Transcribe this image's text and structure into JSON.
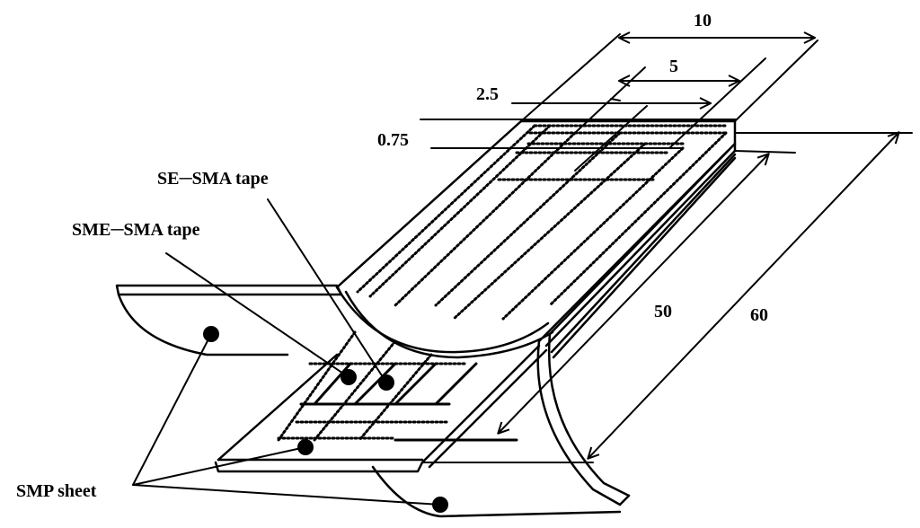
{
  "dimensions": {
    "width_10": "10",
    "width_5": "5",
    "width_2_5": "2.5",
    "thickness_0_75": "0.75",
    "length_50": "50",
    "length_60": "60"
  },
  "labels": {
    "se_sma_tape": "SE─SMA tape",
    "sme_sma_tape": "SME─SMA tape",
    "smp_sheet": "SMP sheet"
  },
  "colors": {
    "line": "#000000",
    "background": "#ffffff"
  }
}
